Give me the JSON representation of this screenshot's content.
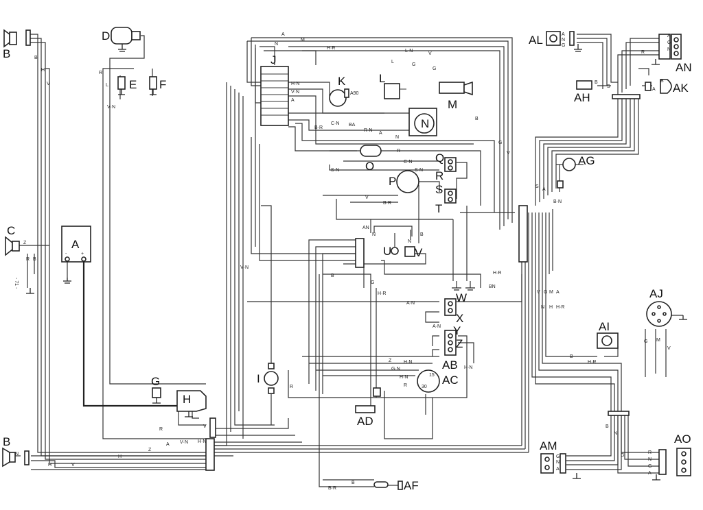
{
  "components": {
    "A": "A",
    "B_top": "B",
    "B_bottom": "B",
    "C": "C",
    "D": "D",
    "E": "E",
    "F": "F",
    "G": "G",
    "H": "H",
    "I": "I",
    "J": "J",
    "K": "K",
    "L": "L",
    "M": "M",
    "N": "N",
    "O": "O",
    "P": "P",
    "Q": "Q",
    "R": "R",
    "S": "S",
    "T": "T",
    "U": "U",
    "V": "V",
    "W": "W",
    "X": "X",
    "Y": "Y",
    "Z": "Z",
    "AB": "AB",
    "AC": "AC",
    "AD": "AD",
    "AF": "AF",
    "AG": "AG",
    "AH": "AH",
    "AI": "AI",
    "AJ": "AJ",
    "AK": "AK",
    "AL": "AL",
    "AM": "AM",
    "AN": "AN",
    "AO": "AO"
  },
  "terminal_labels": {
    "a_minus": "-",
    "a_plus": "+",
    "k_a90": "A90",
    "ac_t30": "30",
    "ac_t15": "15",
    "side_mark": "- 71 -"
  },
  "wire_codes": {
    "A": "A",
    "B": "B",
    "G": "G",
    "H": "H",
    "L": "L",
    "M": "M",
    "N": "N",
    "R": "R",
    "S": "S",
    "V": "V",
    "Z": "Z",
    "AN": "AN",
    "BA": "BA",
    "BN": "BN",
    "BR": "B·R",
    "CN": "C·N",
    "GN": "G·N",
    "HN": "H·N",
    "HR": "H·R",
    "LN": "L·N",
    "SN": "S·N",
    "VN": "V·N",
    "AN2": "A·N",
    "BN2": "B·N",
    "RN": "R·N"
  }
}
